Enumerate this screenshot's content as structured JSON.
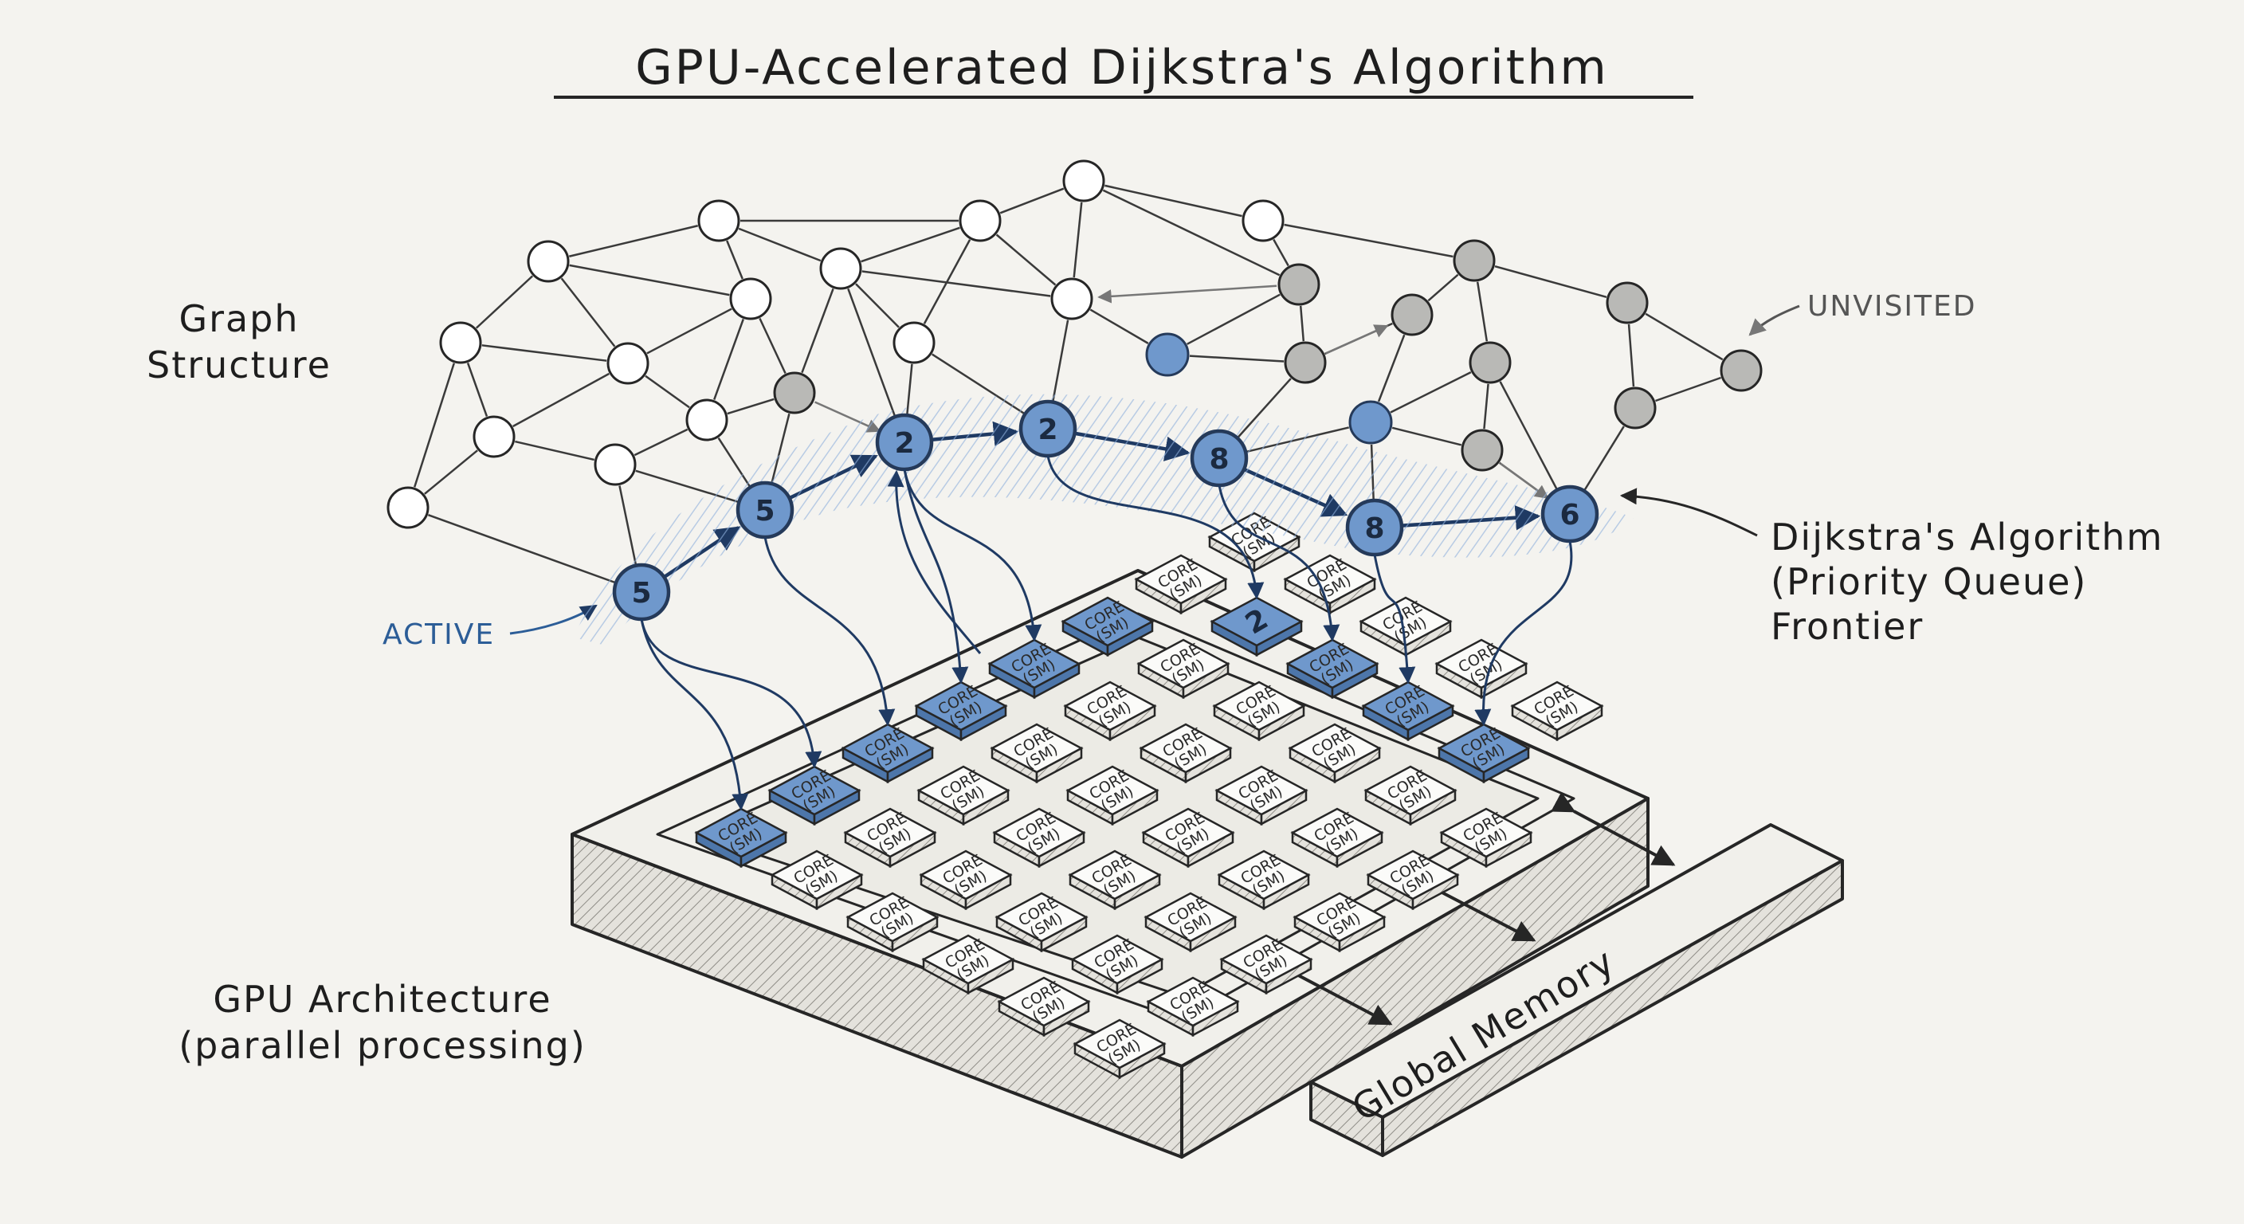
{
  "title": "GPU-Accelerated Dijkstra's Algorithm",
  "labels": {
    "graph_structure_line1": "Graph",
    "graph_structure_line2": "Structure",
    "unvisited": "UNVISITED",
    "active": "ACTIVE",
    "frontier_line1": "Dijkstra's Algorithm",
    "frontier_line2": "(Priority Queue)",
    "frontier_line3": "Frontier",
    "gpu_line1": "GPU Architecture",
    "gpu_line2": "(parallel processing)",
    "global_memory": "Global Memory"
  },
  "core": {
    "line1": "CORE",
    "line2": "(SM)"
  },
  "highlight_core_value": "2",
  "colors": {
    "active": "#6f98cc",
    "active_stroke": "#253a5a",
    "unvisited": "#b9b9b6",
    "open": "#ffffff",
    "ink": "#262626",
    "annotation_blue": "#2c5d97"
  },
  "frontier_nodes": [
    {
      "id": "n5a",
      "label": "5"
    },
    {
      "id": "n5b",
      "label": "5"
    },
    {
      "id": "n2a",
      "label": "2"
    },
    {
      "id": "n2b",
      "label": "2"
    },
    {
      "id": "n8a",
      "label": "8"
    },
    {
      "id": "n8b",
      "label": "8"
    },
    {
      "id": "n6",
      "label": "6"
    }
  ]
}
